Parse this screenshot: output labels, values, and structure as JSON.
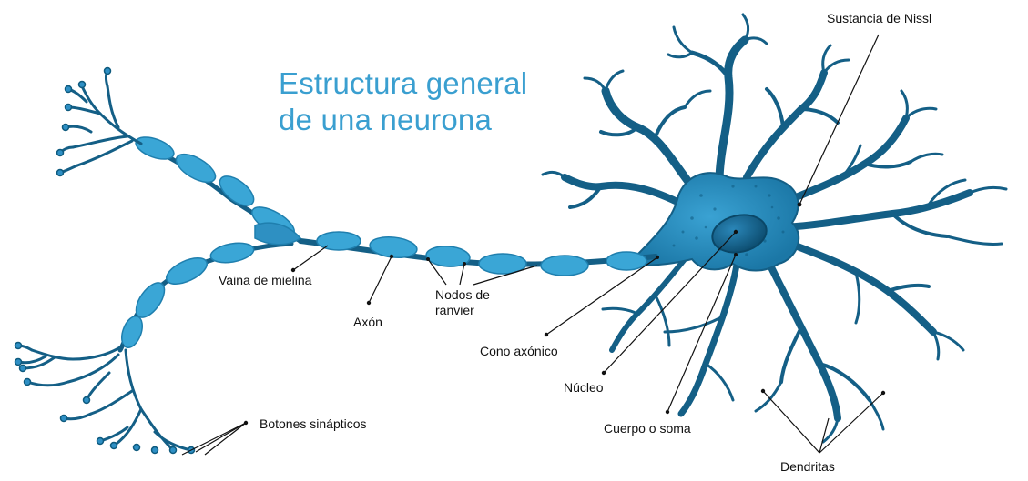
{
  "title": {
    "line1": "Estructura general",
    "line2": "de una neurona"
  },
  "labels": {
    "nissl": "Sustancia de Nissl",
    "myelin": "Vaina de mielina",
    "axon": "Axón",
    "ranvier_line1": "Nodos de",
    "ranvier_line2": "ranvier",
    "axon_hillock": "Cono axónico",
    "nucleus": "Núcleo",
    "soma": "Cuerpo o soma",
    "terminals": "Botones sinápticos",
    "dendrites": "Dendritas"
  },
  "colors": {
    "title": "#3a9fd0",
    "neuron_dark": "#0e5a7e",
    "neuron_mid": "#1d7aa6",
    "myelin": "#3aa6d6",
    "soma_fill": "#2b8fc4",
    "nucleus": "#0b4f72"
  }
}
